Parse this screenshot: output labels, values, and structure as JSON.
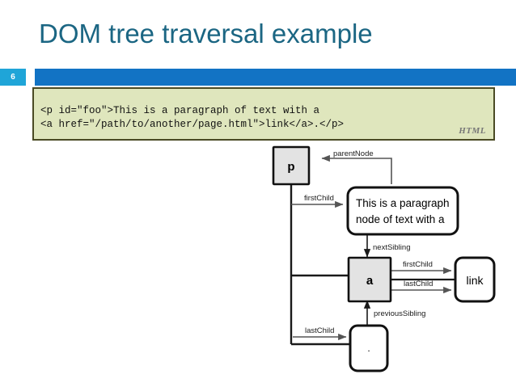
{
  "slide": {
    "number": "6",
    "title": "DOM tree traversal example",
    "title_color": "#1b6683",
    "badge_color": "#1fa5d8",
    "accent_bar_color": "#1273c4"
  },
  "code_block": {
    "language_label": "HTML",
    "background_color": "#dfe6bd",
    "border_color": "#4a4a24",
    "lines": [
      "<p id=\"foo\">This is a paragraph of text with a",
      "<a href=\"/path/to/another/page.html\">link</a>.</p>"
    ]
  },
  "diagram": {
    "title": "DOM tree traversal",
    "nodes": [
      {
        "id": "p",
        "label": "p",
        "shape": "rect",
        "fill": "#e3e3e3"
      },
      {
        "id": "textnode",
        "label": "This is a paragraph\nnode of text with a",
        "shape": "rounded",
        "fill": "#ffffff"
      },
      {
        "id": "a",
        "label": "a",
        "shape": "rect",
        "fill": "#e3e3e3"
      },
      {
        "id": "link",
        "label": "link",
        "shape": "rounded",
        "fill": "#ffffff"
      },
      {
        "id": "period",
        "label": ".",
        "shape": "rounded",
        "fill": "#ffffff"
      }
    ],
    "node_text": {
      "p": "p",
      "textnode_line1": "This is a paragraph",
      "textnode_line2": "node of text with a",
      "a": "a",
      "link": "link",
      "period": "."
    },
    "edges": [
      {
        "label": "parentNode",
        "from": "textnode",
        "to": "p"
      },
      {
        "label": "firstChild",
        "from": "p",
        "to": "textnode"
      },
      {
        "label": "nextSibling",
        "from": "textnode",
        "to": "a"
      },
      {
        "label": "firstChild",
        "from": "a",
        "to": "link"
      },
      {
        "label": "lastChild",
        "from": "a",
        "to": "link"
      },
      {
        "label": "previousSibling",
        "from": "period",
        "to": "a"
      },
      {
        "label": "lastChild",
        "from": "p",
        "to": "period"
      }
    ],
    "edge_labels": {
      "parent_node": "parentNode",
      "first_child_p": "firstChild",
      "next_sibling": "nextSibling",
      "first_child_a": "firstChild",
      "last_child_a": "lastChild",
      "previous_sibling": "previousSibling",
      "last_child_p": "lastChild"
    }
  }
}
